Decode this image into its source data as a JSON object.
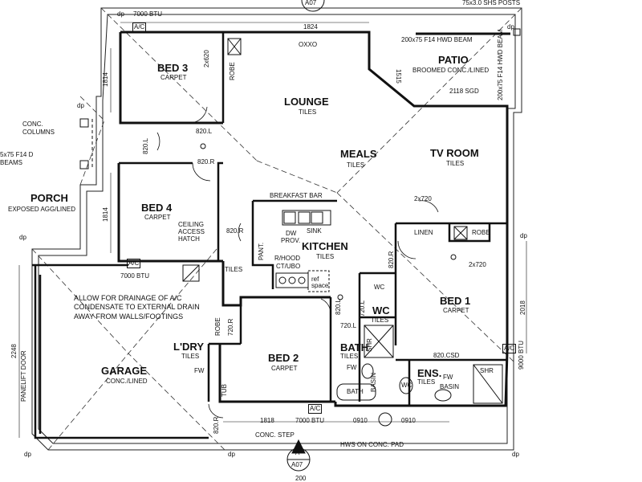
{
  "rooms": {
    "bed3": {
      "name": "BED 3",
      "finish": "CARPET"
    },
    "lounge": {
      "name": "LOUNGE",
      "finish": "TILES"
    },
    "patio": {
      "name": "PATIO",
      "finish": "BROOMED CONC./LINED"
    },
    "meals": {
      "name": "MEALS",
      "finish": "TILES"
    },
    "tv_room": {
      "name": "TV ROOM",
      "finish": "TILES"
    },
    "bed4": {
      "name": "BED 4",
      "finish": "CARPET"
    },
    "kitchen": {
      "name": "KITCHEN",
      "finish": "TILES"
    },
    "bed1": {
      "name": "BED 1",
      "finish": "CARPET"
    },
    "garage": {
      "name": "GARAGE",
      "finish": "CONC./LINED"
    },
    "laundry": {
      "name": "L'DRY",
      "finish": "TILES"
    },
    "bed2": {
      "name": "BED 2",
      "finish": "CARPET"
    },
    "bath": {
      "name": "BATH",
      "finish": "TILES"
    },
    "wc": {
      "name": "WC",
      "finish": "TILES"
    },
    "ens": {
      "name": "ENS.",
      "finish": "TILES"
    },
    "porch": {
      "name": "PORCH",
      "finish": "EXPOSED AGG/LINED"
    }
  },
  "labels": {
    "robe": "ROBE",
    "linen": "LINEN",
    "pantry": "PANT.",
    "breakfast_bar": "BREAKFAST BAR",
    "sink": "SINK",
    "dw": "DW",
    "prov": "PROV.",
    "rhood": "R/HOOD",
    "ct_ubo": "CT/UBO",
    "ref_space": "ref space",
    "ceiling_hatch": "CEILING ACCESS HATCH",
    "shr": "SHR",
    "basin": "BASIN",
    "bath_tub": "BATH",
    "tub": "TUB",
    "fw": "FW",
    "tiles": "TILES",
    "oxxo": "OXXO",
    "panelift": "PANELIFT DOOR",
    "conc_columns": "CONC. COLUMNS",
    "porch_beams": "5x75 F14 D BEAMS",
    "shs_posts": "75x3.0 SHS POSTS",
    "hwd_beam_top": "200x75 F14 HWD BEAM",
    "hwd_beam_side": "200x75 F14 HWD BEAM",
    "sgd": "2118 SGD",
    "conc_step": "CONC. STEP",
    "hws": "HWS ON CONC. PAD",
    "drainage_note": "ALLOW FOR DRAINAGE OF A/C CONDENSATE TO EXTERNAL DRAIN AWAY FROM WALLS/FOOTINGS",
    "ac_top": "7000 BTU",
    "ac_left": "7000 BTU",
    "ac_bottom": "7000 BTU",
    "ac_right": "9000 BTU",
    "ac": "A/C",
    "dp": "dp",
    "wc_symbol": "WC",
    "section_letter": "A",
    "section_sheet": "A07",
    "section_top": "A07"
  },
  "dimensions": {
    "top_1824": "1824",
    "left_1814a": "1814",
    "left_1814b": "1814",
    "garage_2248": "2248",
    "right_2018": "2018",
    "bottom_1818": "1818",
    "bottom_0910a": "0910",
    "bottom_0910b": "0910",
    "bottom_200": "200",
    "patio_1515": "1515",
    "robe_2x620": "2x620",
    "bed3_door": "820.L",
    "porch_door": "820.L",
    "bed4_door": "820.R",
    "hall_door": "820.R",
    "garage_door": "820.R",
    "bed1_door": "820.R",
    "bed1_csd": "820.CSD",
    "linen_2x720": "2x720",
    "robe_2x720": "2x720",
    "robe_720r": "720.R",
    "bed2_door": "820.L",
    "bath_door": "720.L",
    "wc_door": "720.L"
  }
}
